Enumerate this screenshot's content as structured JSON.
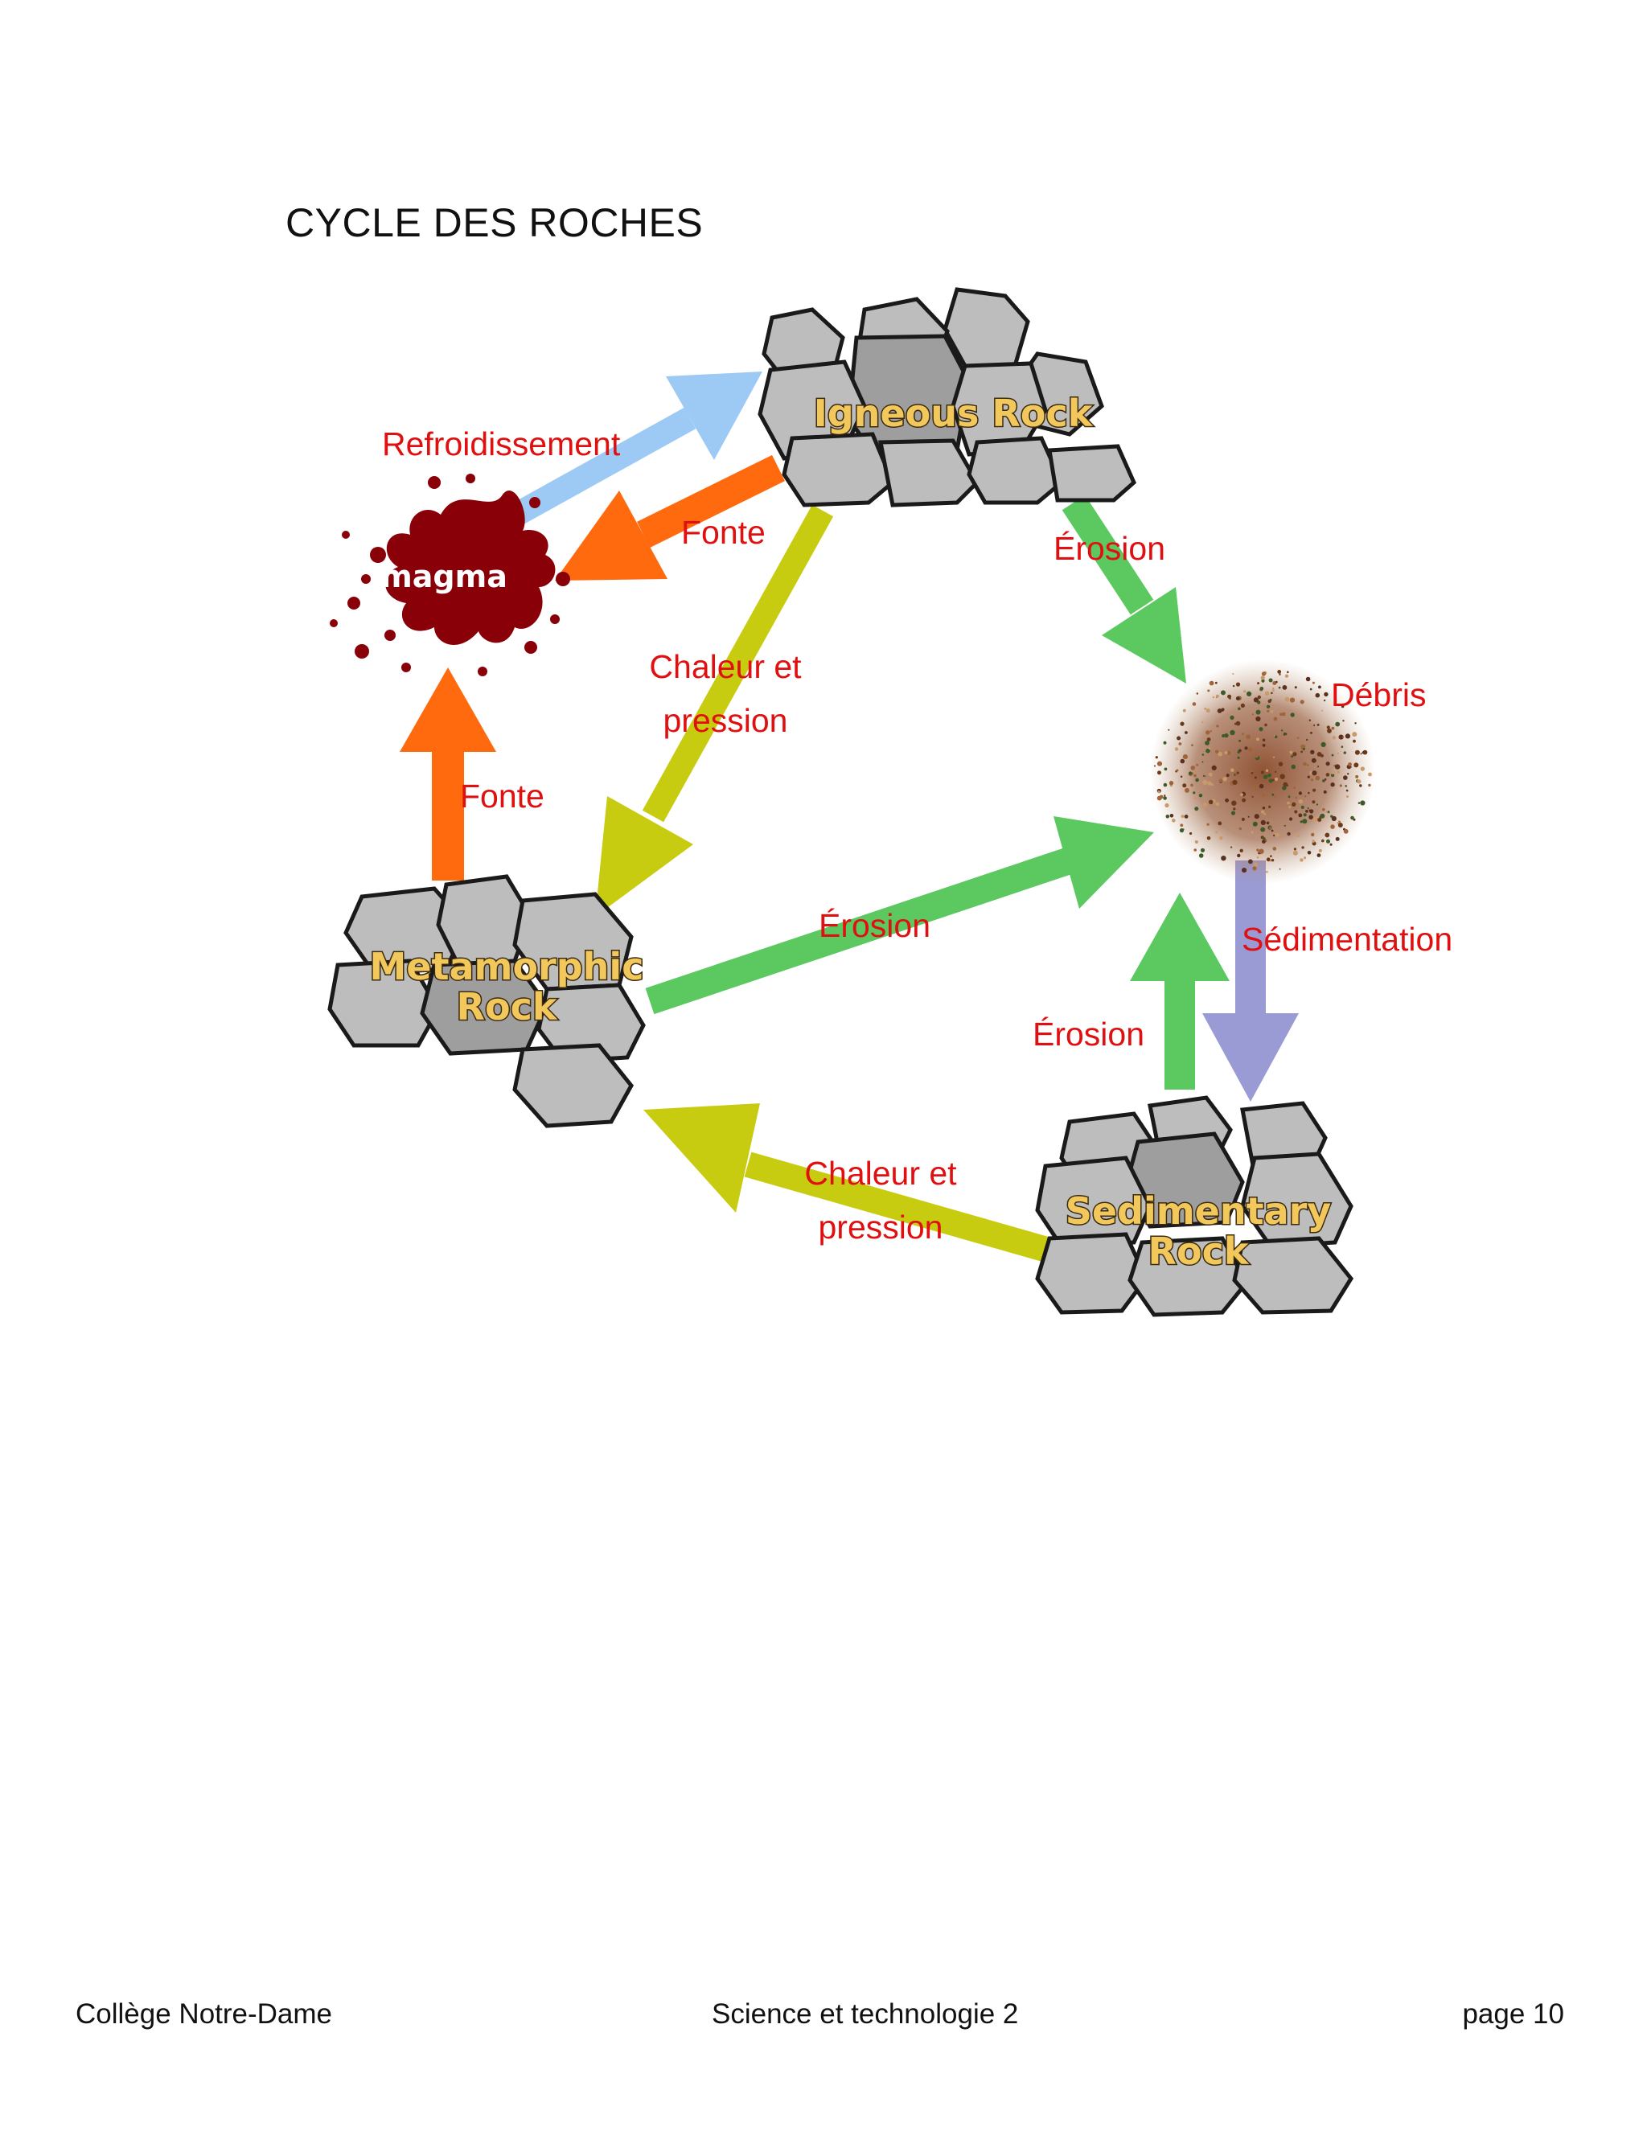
{
  "title": "CYCLE DES ROCHES",
  "nodes": {
    "igneous": "Igneous Rock",
    "metamorphic_1": "Metamorphic",
    "metamorphic_2": "Rock",
    "sedimentary_1": "Sedimentary",
    "sedimentary_2": "Rock",
    "magma": "magma",
    "debris": "Débris"
  },
  "edges": {
    "refroidissement": "Refroidissement",
    "fonte_top": "Fonte",
    "fonte_left": "Fonte",
    "erosion_igneous": "Érosion",
    "chaleur_top_1": "Chaleur et",
    "chaleur_top_2": "pression",
    "erosion_meta": "Érosion",
    "sedimentation": "Sédimentation",
    "erosion_sed": "Érosion",
    "chaleur_bottom_1": "Chaleur et",
    "chaleur_bottom_2": "pression"
  },
  "colors": {
    "cooling": "#9ccaf5",
    "melting": "#ff6a0e",
    "erosion": "#5cc860",
    "heat_pressure": "#c8cc10",
    "sedimentation": "#9a9ad4",
    "magma": "#8a0008",
    "label": "#e01010"
  },
  "footer": {
    "left": "Collège Notre-Dame",
    "center": "Science et technologie 2",
    "right": "page 10"
  }
}
